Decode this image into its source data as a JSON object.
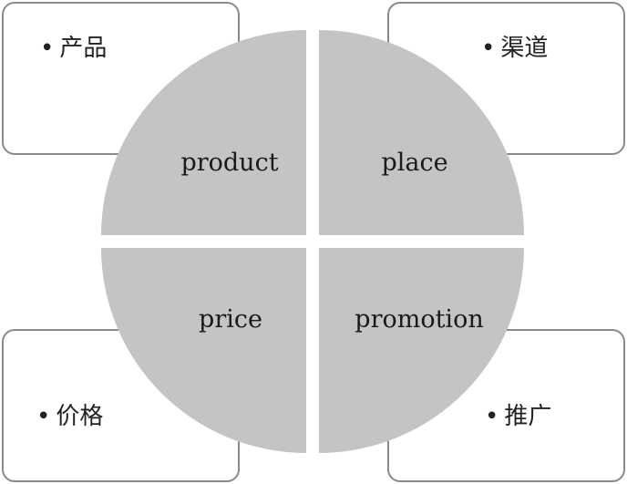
{
  "quadrants": {
    "top_left": {
      "english": "product",
      "chinese": "产品"
    },
    "top_right": {
      "english": "place",
      "chinese": "渠道"
    },
    "bottom_left": {
      "english": "price",
      "chinese": "价格"
    },
    "bottom_right": {
      "english": "promotion",
      "chinese": "推广"
    }
  },
  "bullet": "•",
  "colors": {
    "quadrant_fill": "#c4c4c4",
    "box_border": "#8a8a8a",
    "text": "#222222"
  }
}
